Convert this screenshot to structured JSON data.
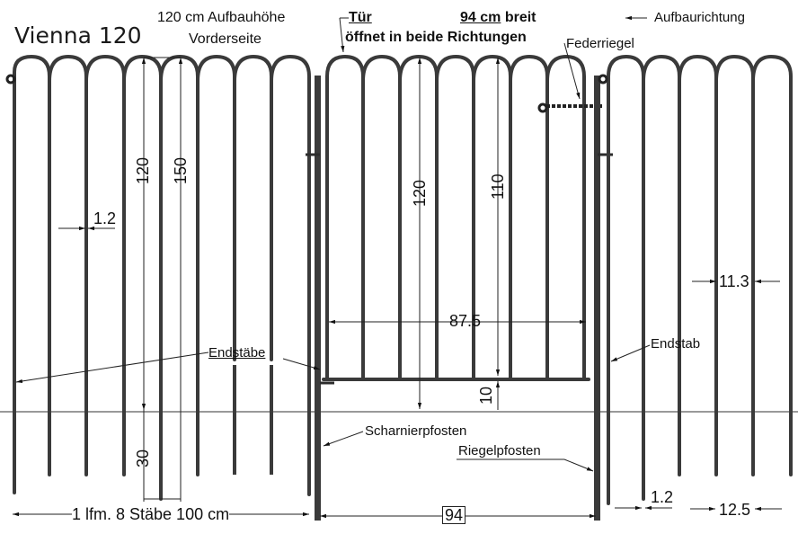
{
  "header": {
    "title": "Vienna 120",
    "height_note_line1": "120 cm Aufbauhöhe",
    "height_note_line2": "Vorderseite",
    "door_label": "Tür",
    "door_note": "öffnet in beide Richtungen",
    "width_value": "94 cm",
    "width_suffix": "breit",
    "direction_label": "Aufbaurichtung",
    "direction_arrow": "←"
  },
  "labels": {
    "latch": "Federriegel",
    "end_bars": "Endstäbe",
    "end_bar": "Endstab",
    "hinge_post": "Scharnierpfosten",
    "latch_post": "Riegelpfosten"
  },
  "dimensions": {
    "fence_height": "120",
    "total_bar_length": "150",
    "bar_thickness_left": "1.2",
    "bar_thickness_right": "1.2",
    "ground_depth": "30",
    "gate_height": "120",
    "gate_bar_height": "110",
    "gate_inner_width": "87.5",
    "gate_ground_clearance": "10",
    "bar_gap": "11.3",
    "bar_spacing": "12.5",
    "section_length": "1 lfm. 8 Stäbe 100 cm",
    "gate_width": "94"
  },
  "colors": {
    "bar": "#3a3a3a",
    "dimension_line": "#222222",
    "background": "#ffffff"
  }
}
